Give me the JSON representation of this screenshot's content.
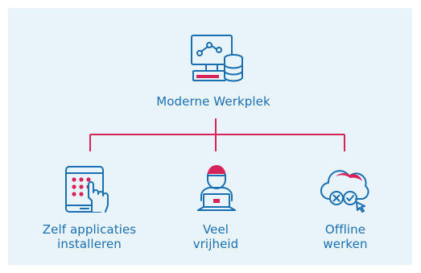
{
  "root": {
    "label": "Moderne Werkplek",
    "icon": "workstation-database-icon"
  },
  "children": [
    {
      "line1": "Zelf applicaties",
      "line2": "installeren",
      "icon": "tablet-touch-icon"
    },
    {
      "line1": "Veel",
      "line2": "vrijheid",
      "icon": "user-laptop-icon"
    },
    {
      "line1": "Offline",
      "line2": "werken",
      "icon": "cloud-sync-icon"
    }
  ],
  "colors": {
    "background": "#e8f4fa",
    "text": "#1a6fb0",
    "accent": "#d6245a",
    "line": "#d6245a"
  }
}
